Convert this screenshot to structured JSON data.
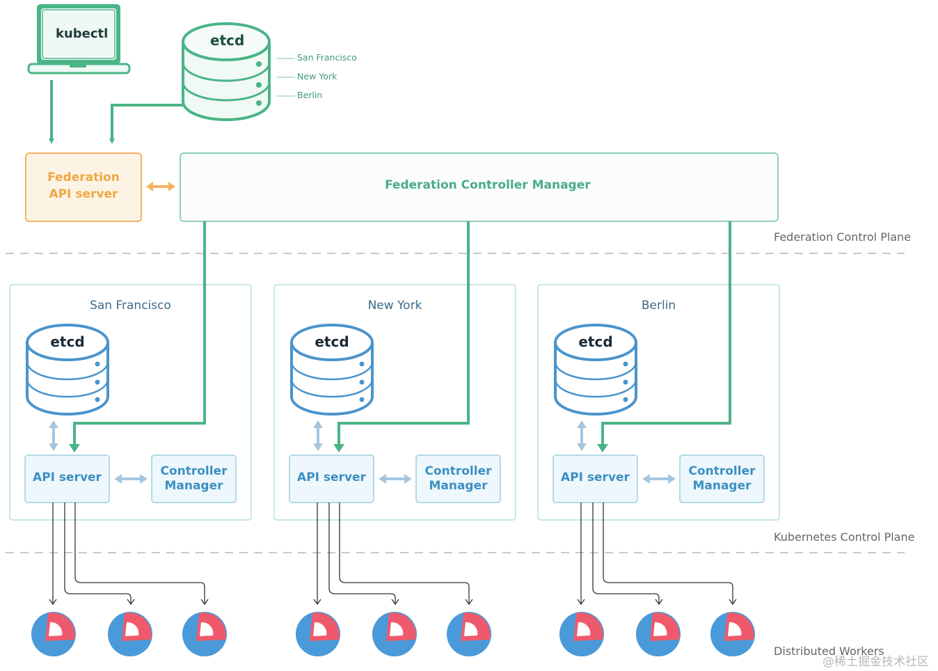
{
  "colors": {
    "green": "#4bb487",
    "green_light_fill": "#f0f9f5",
    "orange": "#f2b261",
    "orange_fill": "#fdf3e4",
    "blue": "#4a94cc",
    "blue_light": "#a6c6de",
    "cluster_border": "#b5e0dc",
    "box_fill": "#eef7fb",
    "worker_blue": "#4a9ad9",
    "worker_red": "#ee5a6b",
    "dash": "#c8c8c8",
    "worker_line": "#333333"
  },
  "top": {
    "kubectl_label": "kubectl",
    "global_etcd": {
      "label": "etcd",
      "regions": [
        "San Francisco",
        "New York",
        "Berlin"
      ]
    },
    "federation_api_server": {
      "line1": "Federation",
      "line2": "API server"
    },
    "federation_controller_manager": "Federation Controller Manager"
  },
  "planes": {
    "federation": "Federation Control Plane",
    "kubernetes": "Kubernetes Control Plane",
    "workers": "Distributed Workers"
  },
  "clusters": [
    {
      "name": "San Francisco",
      "etcd": "etcd",
      "api_server": "API server",
      "cm_line1": "Controller",
      "cm_line2": "Manager"
    },
    {
      "name": "New York",
      "etcd": "etcd",
      "api_server": "API server",
      "cm_line1": "Controller",
      "cm_line2": "Manager"
    },
    {
      "name": "Berlin",
      "etcd": "etcd",
      "api_server": "API server",
      "cm_line1": "Controller",
      "cm_line2": "Manager"
    }
  ],
  "workers_per_cluster": 3,
  "watermark": "@稀土掘金技术社区"
}
